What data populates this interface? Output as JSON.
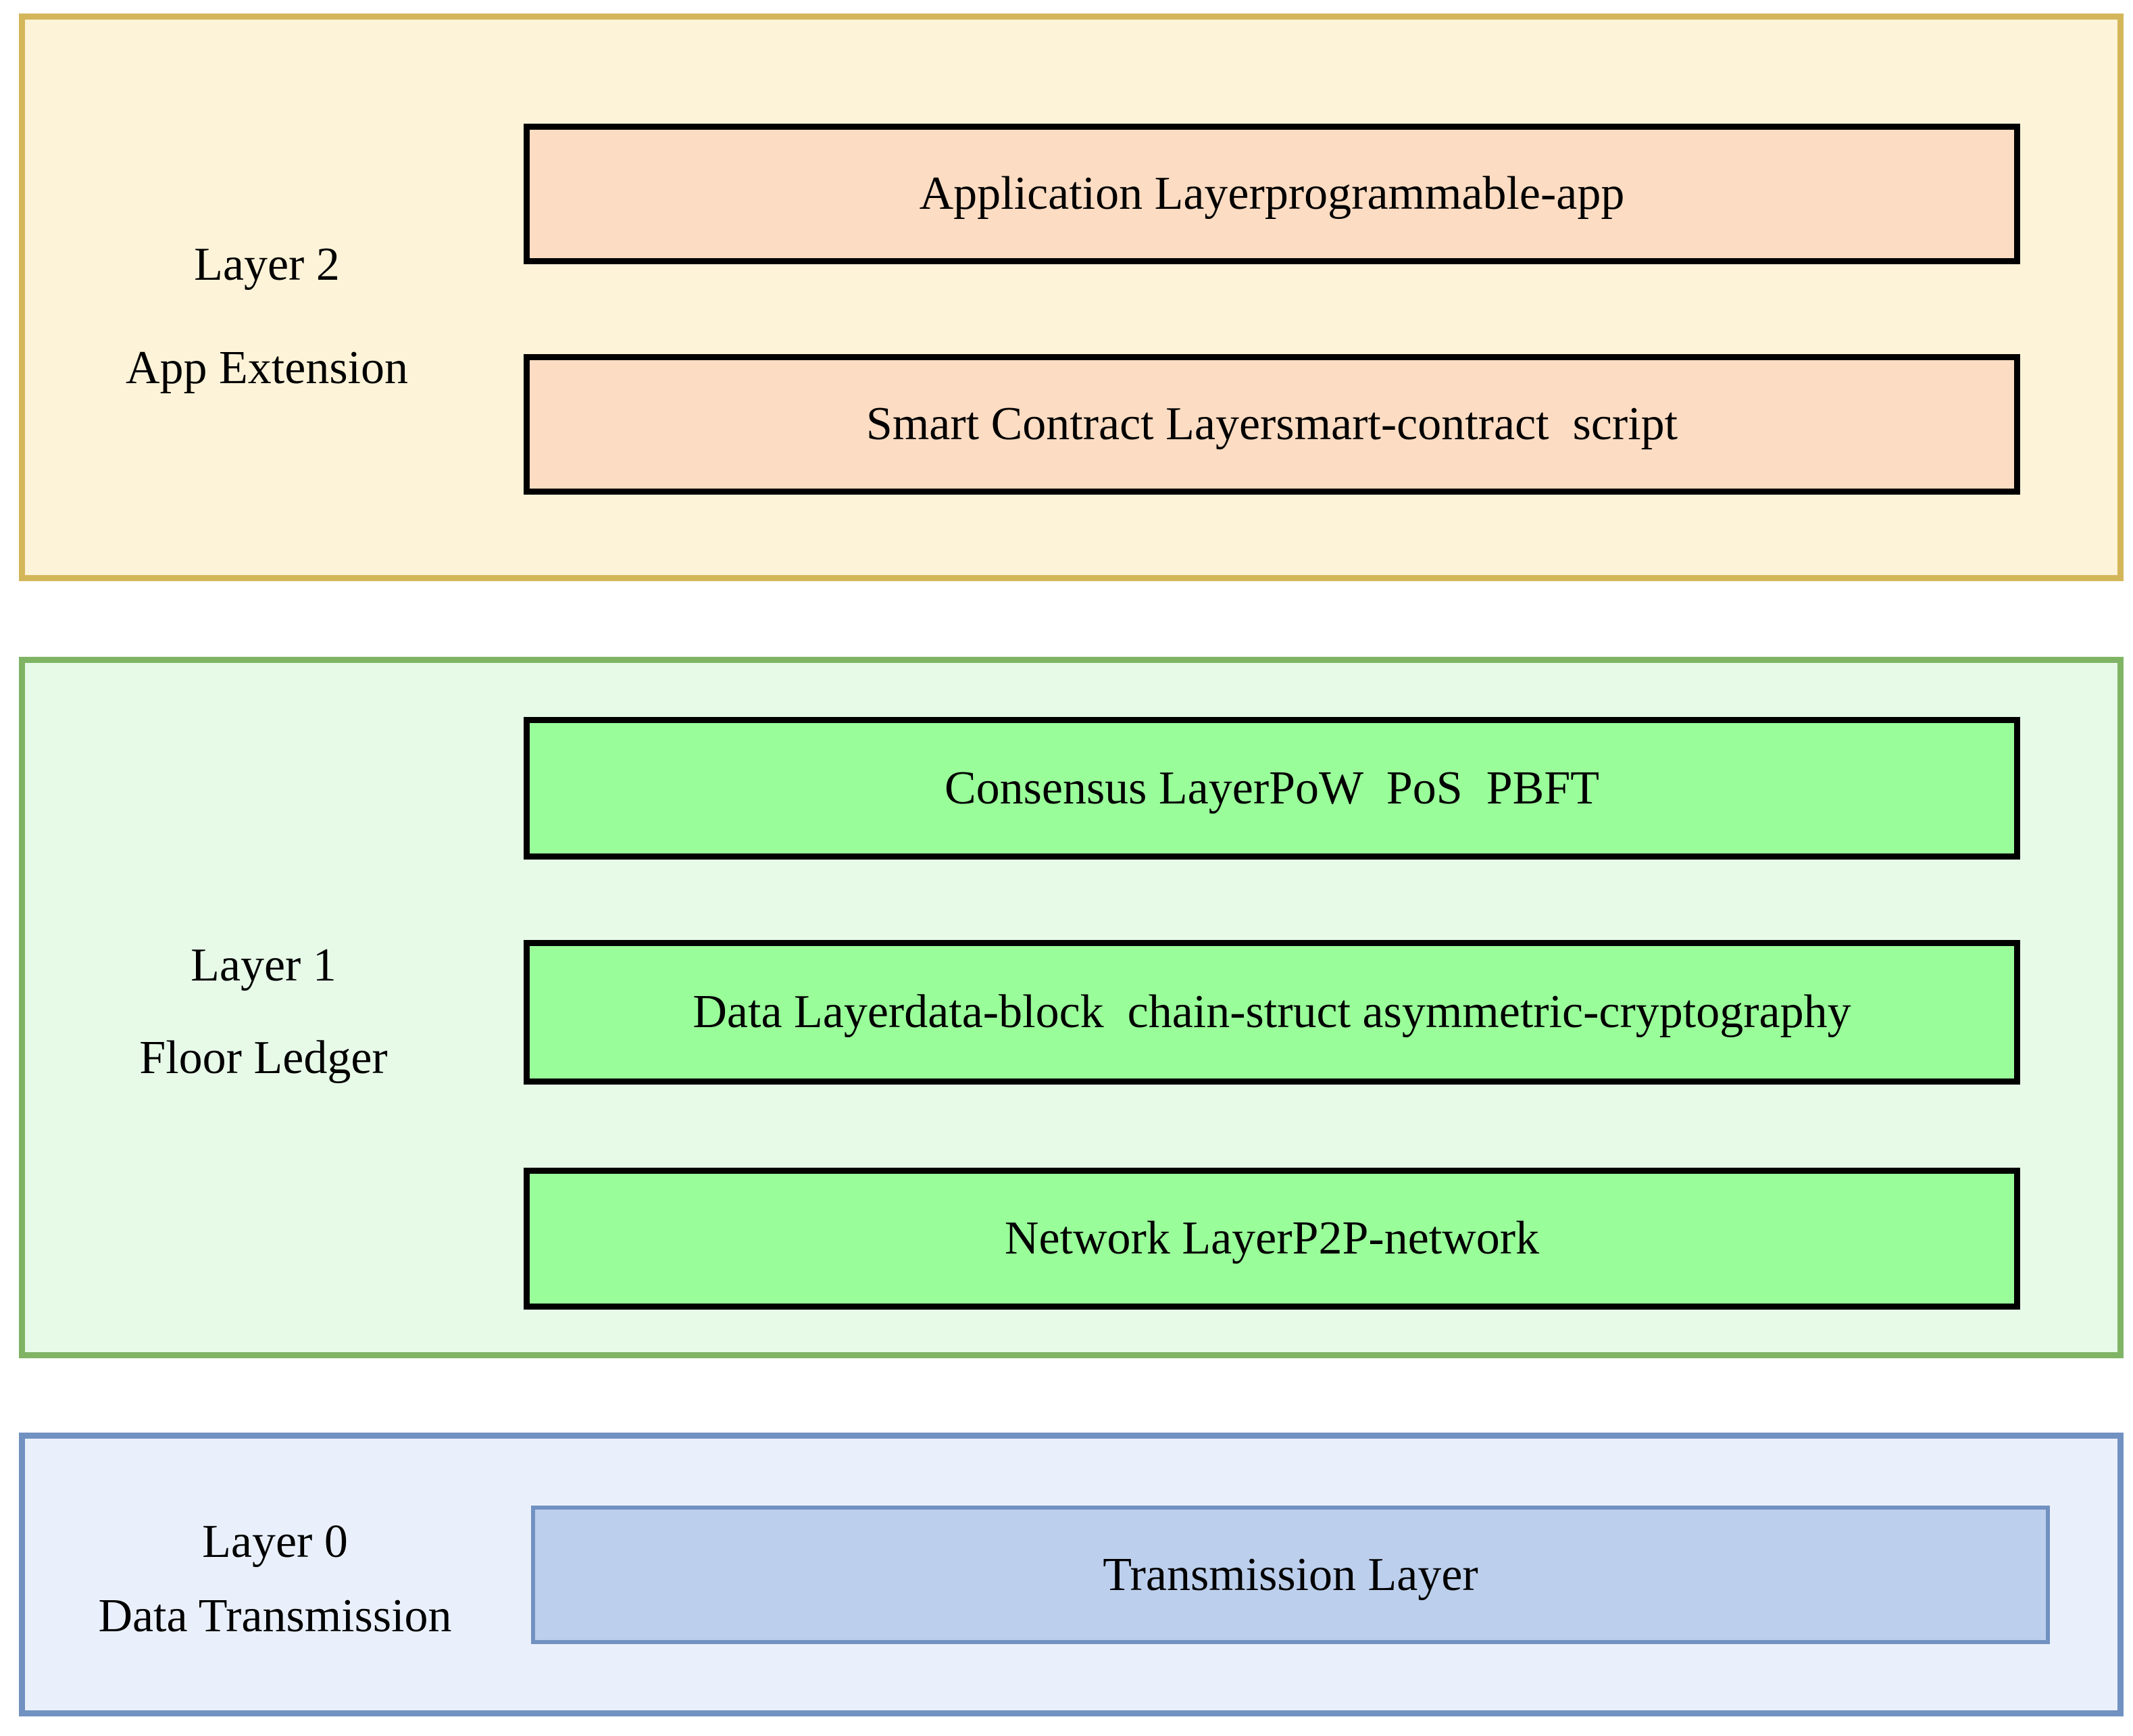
{
  "diagram": {
    "sections": [
      {
        "name": "layer-2-app-extension",
        "label_line1": "Layer 2",
        "label_line2": "App Extension",
        "bg_color": "#FDF3D8",
        "border_color": "#D4B65A",
        "boxes": [
          {
            "label": "Application Layerprogrammable-app",
            "bg_color": "#FCDCC2",
            "border_color": "#000000"
          },
          {
            "label": "Smart Contract Layersmart-contract  script",
            "bg_color": "#FCDCC2",
            "border_color": "#000000"
          }
        ]
      },
      {
        "name": "layer-1-floor-ledger",
        "label_line1": "Layer 1",
        "label_line2": "Floor Ledger",
        "bg_color": "#E7FAE8",
        "border_color": "#80B465",
        "boxes": [
          {
            "label": "Consensus LayerPoW  PoS  PBFT",
            "bg_color": "#99FD99",
            "border_color": "#000000"
          },
          {
            "label": "Data Layerdata-block  chain-struct asymmetric-cryptography",
            "bg_color": "#99FD99",
            "border_color": "#000000"
          },
          {
            "label": "Network LayerP2P-network",
            "bg_color": "#99FD99",
            "border_color": "#000000"
          }
        ]
      },
      {
        "name": "layer-0-data-transmission",
        "label_line1": "Layer 0",
        "label_line2": "Data Transmission",
        "bg_color": "#EAF0FB",
        "border_color": "#7191C1",
        "boxes": [
          {
            "label": "Transmission Layer",
            "bg_color": "#BCCFEC",
            "border_color": "#7191C1"
          }
        ]
      }
    ]
  }
}
